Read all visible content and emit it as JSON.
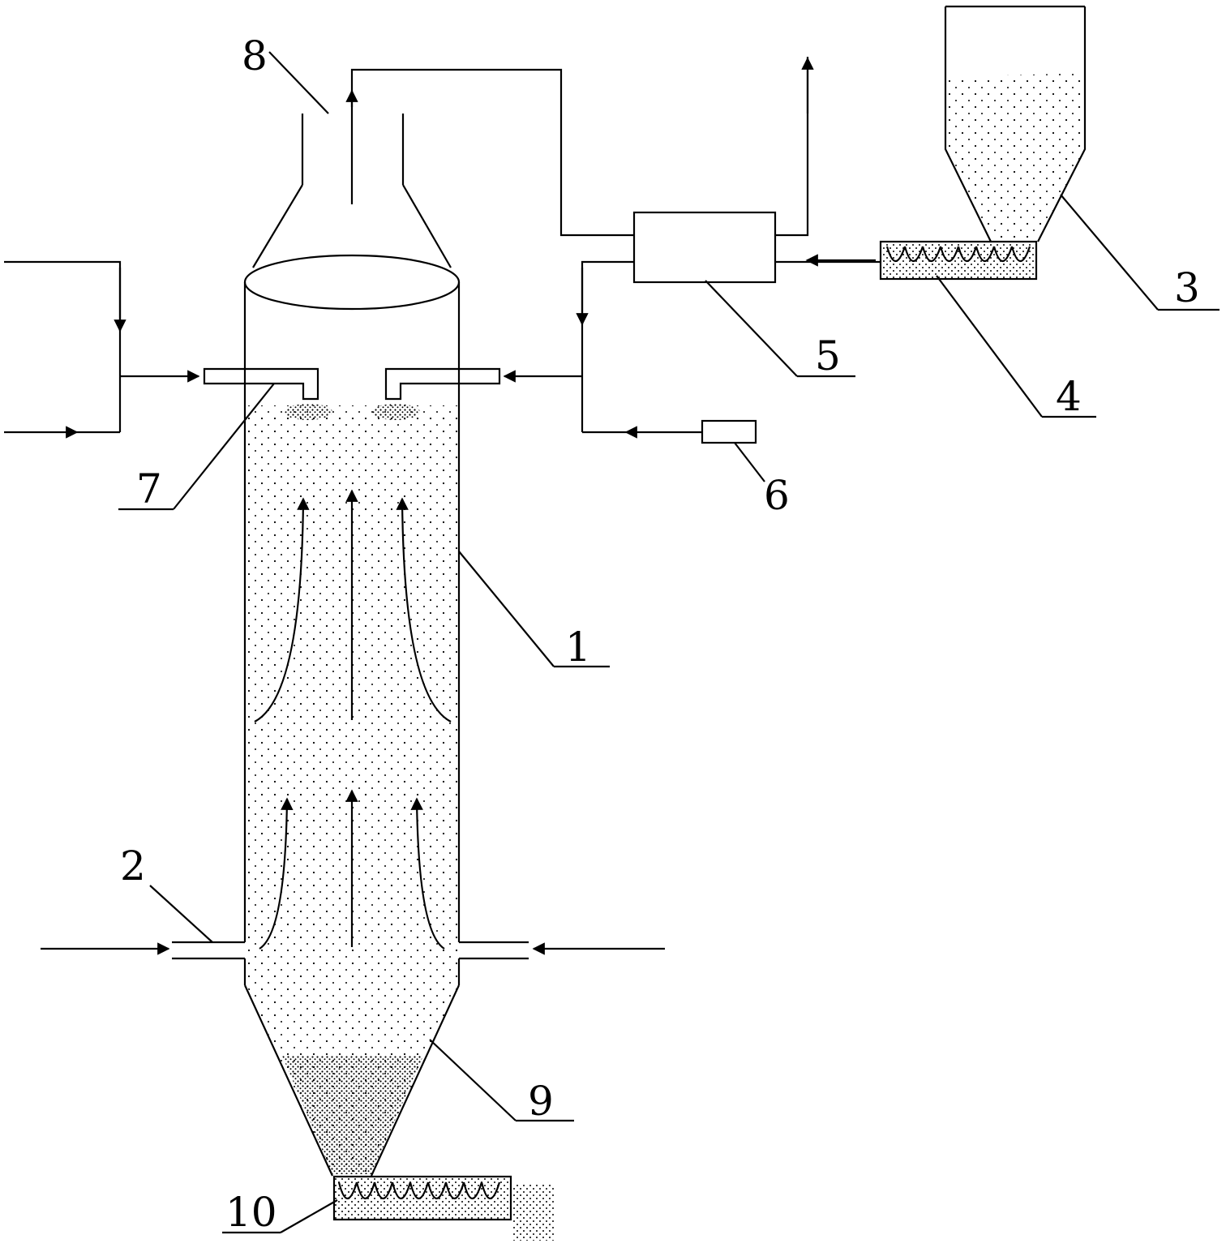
{
  "diagram": {
    "labels": {
      "reactor": "1",
      "gas_inlet": "2",
      "hopper": "3",
      "feed_screw": "4",
      "heat_exchanger": "5",
      "additive_unit": "6",
      "spray_nozzle": "7",
      "gas_outlet": "8",
      "cone_bottom": "9",
      "discharge_screw": "10"
    },
    "colors": {
      "line": "#000000",
      "background": "#ffffff"
    }
  }
}
